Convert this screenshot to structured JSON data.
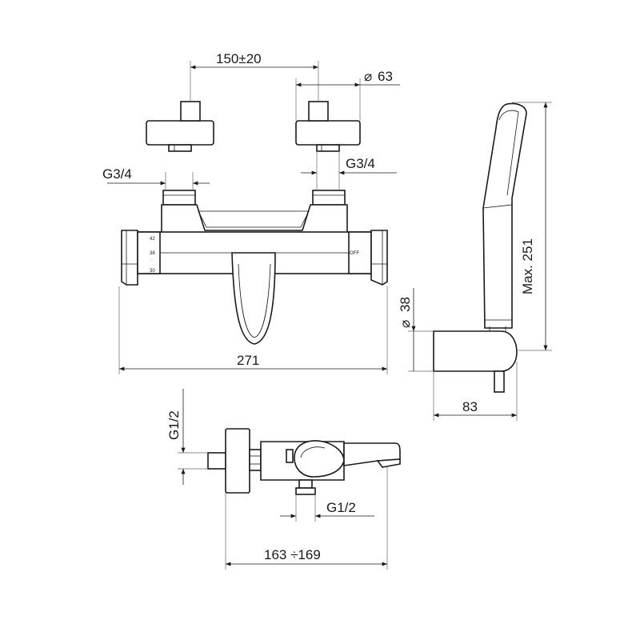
{
  "diagram": {
    "colors": {
      "ink": "#1a1a1a",
      "background": "#ffffff",
      "extension": "#666666"
    },
    "front_view": {
      "dims": {
        "center_distance": "150±20",
        "inlet_thread_left": "G3/4",
        "inlet_thread_right": "G3/4",
        "cover_diameter": "63",
        "overall_width": "271"
      },
      "dial_scale": [
        "42",
        "38",
        "·",
        "30"
      ],
      "diverter_label": "OFF",
      "diameter_symbol": "⌀"
    },
    "handshower_view": {
      "dims": {
        "max_height": "Max. 251",
        "holder_diameter": "38",
        "holder_depth": "83"
      }
    },
    "side_view": {
      "dims": {
        "inlet_thread": "G1/2",
        "outlet_thread": "G1/2",
        "projection": "163 ÷169"
      }
    }
  }
}
